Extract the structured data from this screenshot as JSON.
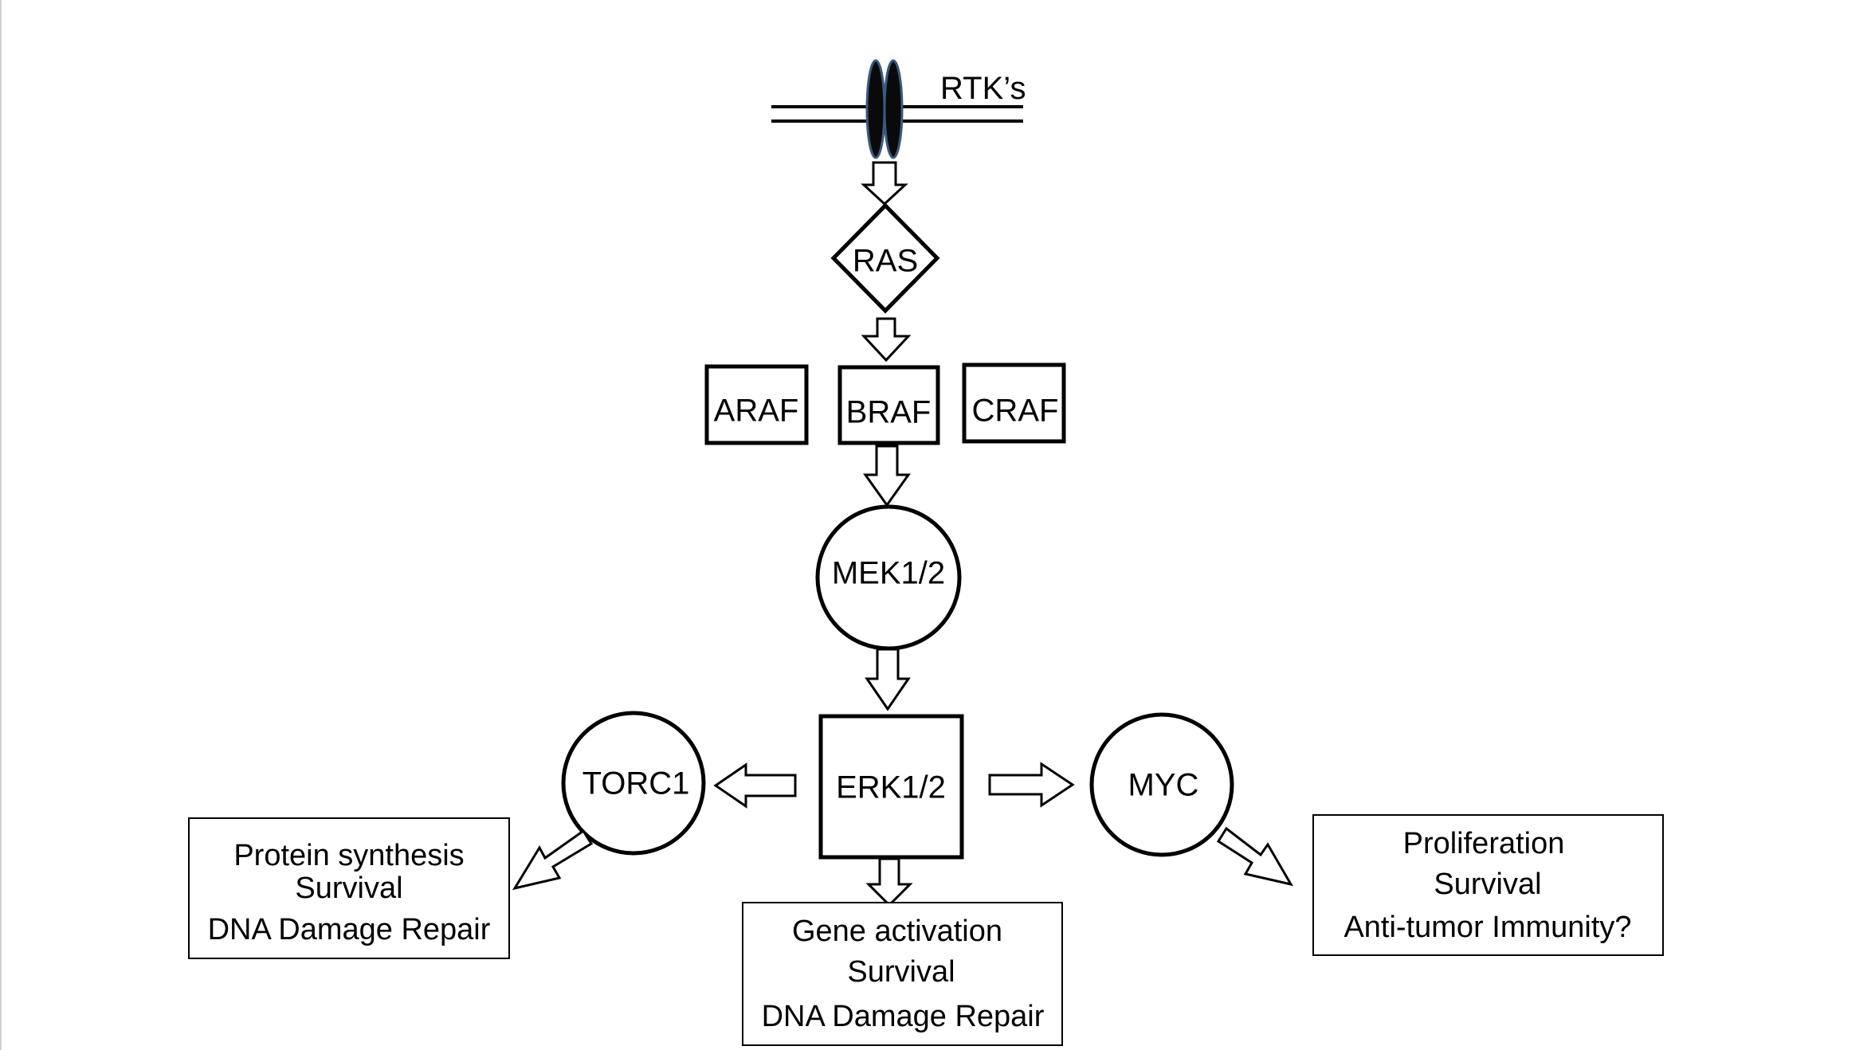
{
  "diagram": {
    "receptor": {
      "label": "RTK’s"
    },
    "nodes": {
      "ras": {
        "label": "RAS"
      },
      "araf": {
        "label": "ARAF"
      },
      "braf": {
        "label": "BRAF"
      },
      "craf": {
        "label": "CRAF"
      },
      "mek": {
        "label": "MEK1/2"
      },
      "erk": {
        "label": "ERK1/2"
      },
      "torc1": {
        "label": "TORC1"
      },
      "myc": {
        "label": "MYC"
      }
    },
    "outcomes": {
      "torc1": [
        "Protein synthesis",
        "Survival",
        "DNA Damage Repair"
      ],
      "erk": [
        "Gene activation",
        "Survival",
        "DNA Damage Repair"
      ],
      "myc": [
        "Proliferation",
        "Survival",
        "Anti-tumor Immunity?"
      ]
    },
    "colors": {
      "line": "#000000",
      "receptor_fill": "#0a0a0a",
      "receptor_stroke": "#3a5a80",
      "background": "#ffffff"
    }
  }
}
